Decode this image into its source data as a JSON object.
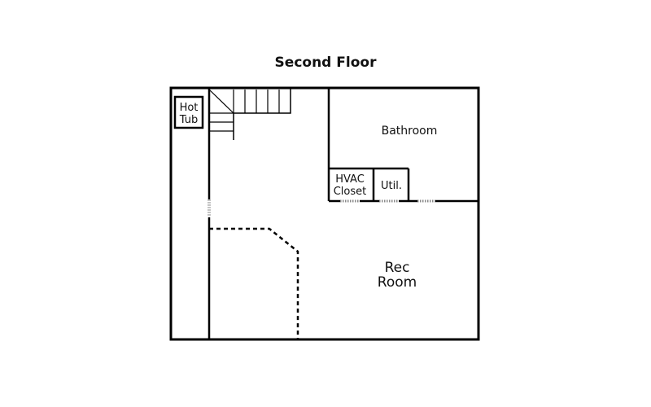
{
  "title": "Second Floor",
  "rooms": {
    "hot_tub": [
      "Hot",
      "Tub"
    ],
    "bathroom": "Bathroom",
    "hvac_closet": [
      "HVAC",
      "Closet"
    ],
    "utility": "Util.",
    "rec_room": [
      "Rec",
      "Room"
    ]
  },
  "colors": {
    "wall": "#000000",
    "background": "#ffffff",
    "door_hatch": "#888888"
  }
}
